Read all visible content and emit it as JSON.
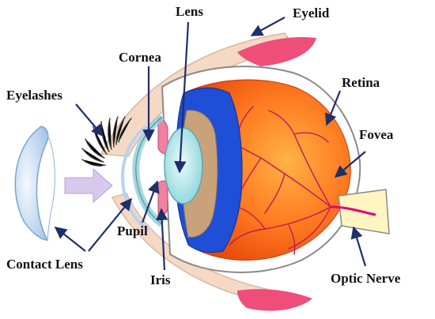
{
  "labels": {
    "lens": "Lens",
    "eyelid": "Eyelid",
    "cornea": "Cornea",
    "retina": "Retina",
    "eyelashes": "Eyelashes",
    "fovea": "Fovea",
    "pupil": "Pupil",
    "contact_lens": "Contact Lens",
    "iris": "Iris",
    "optic_nerve": "Optic Nerve"
  },
  "colors": {
    "eyeball": "#ff6a1a",
    "eyeball_light": "#ffb347",
    "choroid_band": "#1e4fd6",
    "lens_fill": "#bfeef0",
    "eyelid": "#f6d9c4",
    "eyelid_pink": "#ef4d7a",
    "arrow": "#1f2f6b",
    "vessels": "#c2185b",
    "contact_lens": "#cfe3f7",
    "motion_arrow": "#d8c8ee"
  }
}
